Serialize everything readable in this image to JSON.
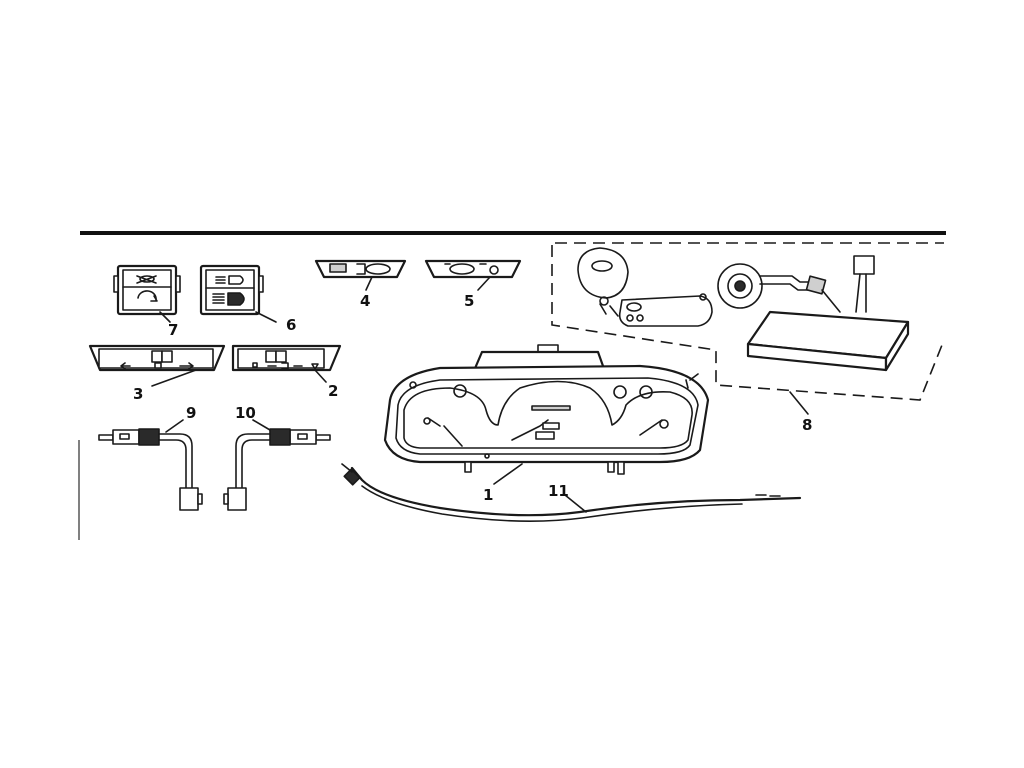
{
  "labels": {
    "part_1": "1",
    "part_2": "2",
    "part_3": "3",
    "part_4": "4",
    "part_5": "5",
    "part_6": "6",
    "part_7": "7",
    "part_8": "8",
    "part_9": "9",
    "part_10": "10",
    "part_11": "11"
  },
  "colors": {
    "line": "#1a1a1a",
    "background": "#ffffff"
  }
}
